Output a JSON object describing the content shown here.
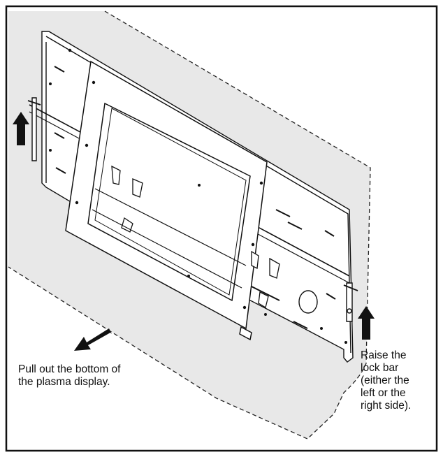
{
  "captions": {
    "pull_out": {
      "line1": "Pull out the bottom of",
      "line2": "the plasma display."
    },
    "raise_lock": {
      "line1": "Raise the",
      "line2": "lock bar",
      "line3": "(either the",
      "line4": "left or the",
      "line5": "right side)."
    }
  },
  "icons": {
    "frame": "border-frame",
    "wall": "wall-outline",
    "bracket": "wall-mount-bracket-icon",
    "display": "display-frame-icon",
    "lift_arrow": "up-arrow-icon",
    "pull_arrow": "pull-arrow-icon"
  },
  "colors": {
    "wall_fill": "#e8e8e8",
    "line": "#111111",
    "panel": "#ffffff"
  }
}
